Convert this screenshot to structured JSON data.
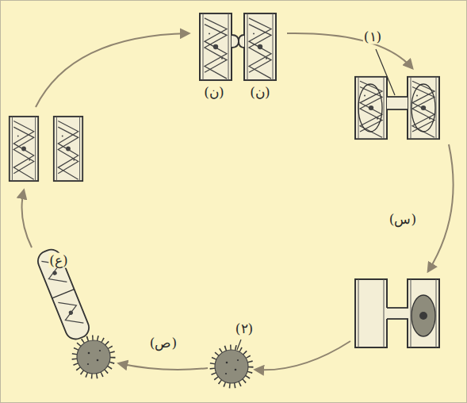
{
  "diagram": {
    "labels": [
      "(ن)",
      "(ن)",
      "(١)",
      "(س)",
      "(٢)",
      "(ص)",
      "(ع)"
    ]
  }
}
